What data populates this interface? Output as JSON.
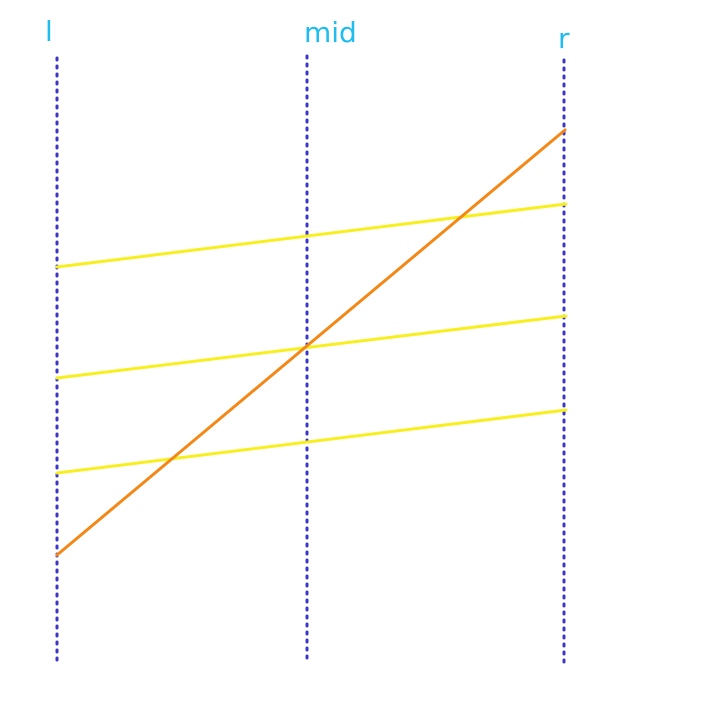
{
  "colors": {
    "guide": "#3b35c9",
    "label": "#1fbcf0",
    "highlight_line": "#f48817",
    "parallel_lines": "#f8ef1e",
    "background": "#ffffff"
  },
  "guides": [
    {
      "key": "left",
      "label": "l"
    },
    {
      "key": "middle",
      "label": "mid"
    },
    {
      "key": "right",
      "label": "r"
    }
  ]
}
